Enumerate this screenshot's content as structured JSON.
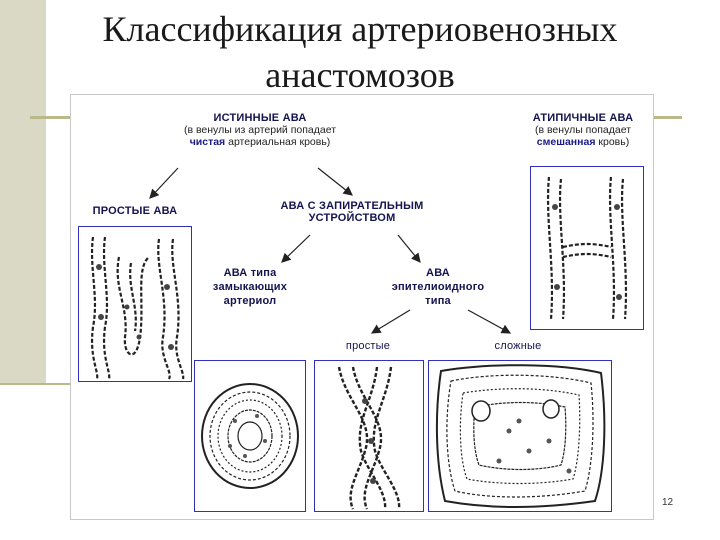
{
  "title": {
    "line1": "Классификация артериовенозных",
    "line2": "анастомозов"
  },
  "nodes": {
    "true_ava": {
      "heading": "ИСТИННЫЕ АВА",
      "desc_pre": "(в венулы из артерий попадает",
      "desc_hl": "чистая",
      "desc_post": "артериальная кровь)"
    },
    "atypical_ava": {
      "heading": "АТИПИЧНЫЕ АВА",
      "desc_pre": "(в венулы попадает",
      "desc_hl": "смешанная",
      "desc_post": "кровь)"
    },
    "simple_ava": {
      "heading": "ПРОСТЫЕ АВА"
    },
    "locking_ava": {
      "line1": "АВА С ЗАПИРАТЕЛЬНЫМ",
      "line2": "УСТРОЙСТВОМ"
    },
    "closing_arterioles": {
      "line1": "АВА типа",
      "line2": "замыкающих",
      "line3": "артериол"
    },
    "epithelioid": {
      "line1": "АВА",
      "line2": "эпителиоидного",
      "line3": "типа"
    },
    "epi_simple": {
      "label": "простые"
    },
    "epi_complex": {
      "label": "сложные"
    }
  },
  "page_number": "12",
  "colors": {
    "accent_blue": "#3030c0",
    "highlight": "#1a1a8a",
    "side_bar": "#d9d9c6"
  }
}
